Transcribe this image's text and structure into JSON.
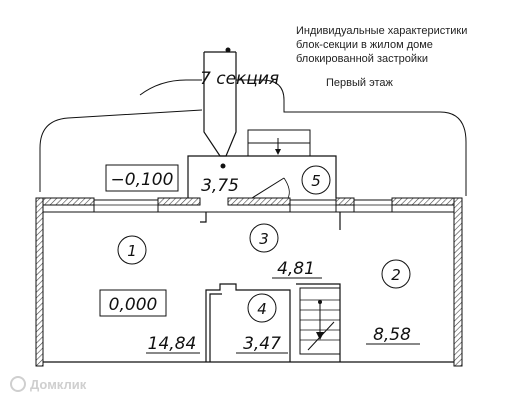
{
  "header": {
    "title_lines": [
      "Индивидуальные характеристики",
      "блок-секции в жилом доме",
      "блокированной застройки"
    ],
    "floor": "Первый этаж"
  },
  "section_label": "7 секция",
  "levels": {
    "outside": "−0,100",
    "inside": "0,000"
  },
  "rooms": [
    {
      "number": "1",
      "area": "14,84"
    },
    {
      "number": "2",
      "area": "8,58"
    },
    {
      "number": "3",
      "area": "4,81"
    },
    {
      "number": "4",
      "area": "3,47"
    },
    {
      "number": "5",
      "area": "3,75"
    }
  ],
  "watermark": "Домклик",
  "colors": {
    "line": "#111111",
    "watermark": "#cfcfcf"
  }
}
